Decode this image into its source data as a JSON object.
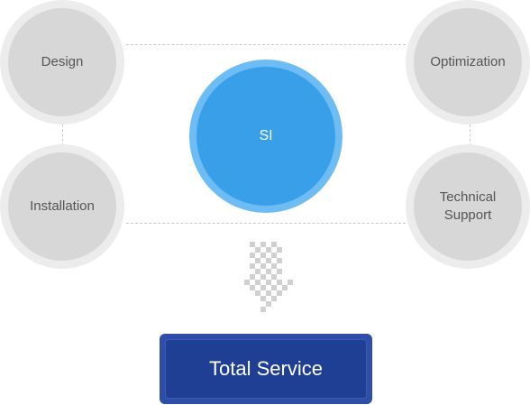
{
  "nodes": {
    "design": "Design",
    "installation": "Installation",
    "optimization": "Optimization",
    "technical_support_line1": "Technical",
    "technical_support_line2": "Support"
  },
  "center": {
    "label": "SI"
  },
  "result": {
    "label": "Total Service"
  },
  "colors": {
    "node_outer": "#ececec",
    "node_inner": "#d7d7d7",
    "center_outer": "#6dbcf4",
    "center_inner": "#3a9fe9",
    "result_bg": "#1e3f93",
    "arrow_checker": "#d0d0d0"
  }
}
